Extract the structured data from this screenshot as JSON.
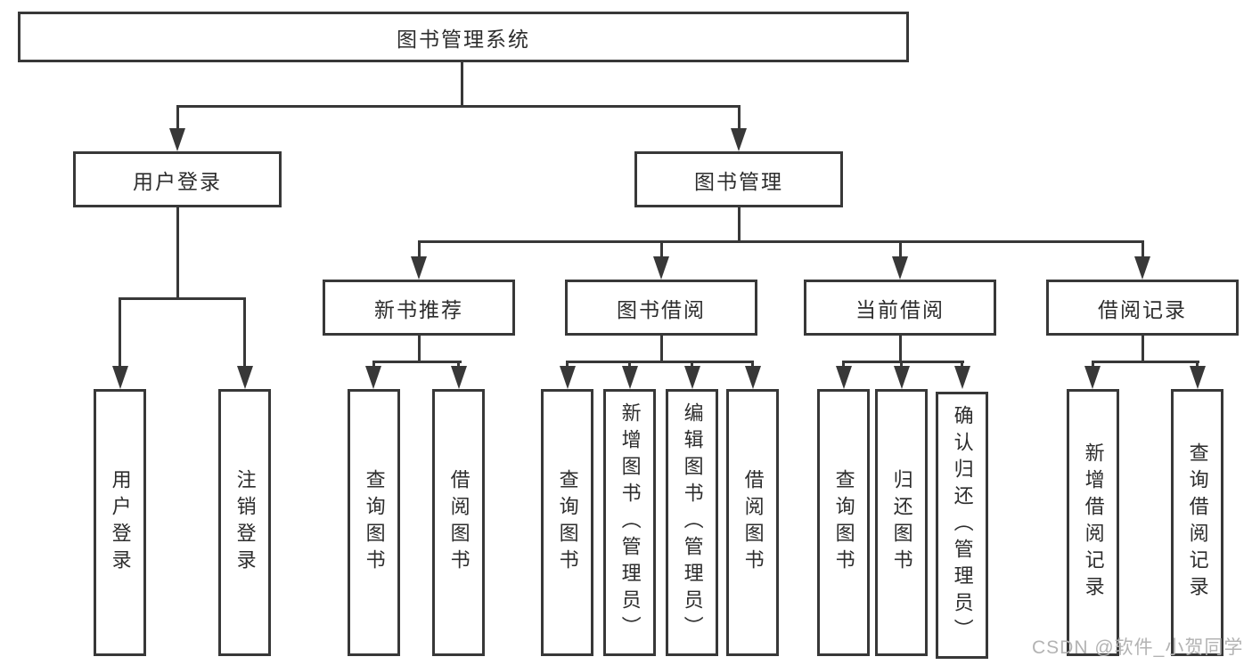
{
  "tree": {
    "root": {
      "label": "图书管理系统"
    },
    "branches": [
      {
        "label": "用户登录",
        "children": [
          {
            "label": "用户登录"
          },
          {
            "label": "注销登录"
          }
        ]
      },
      {
        "label": "图书管理",
        "children": [
          {
            "label": "新书推荐",
            "children": [
              {
                "label": "查询图书"
              },
              {
                "label": "借阅图书"
              }
            ]
          },
          {
            "label": "图书借阅",
            "children": [
              {
                "label": "查询图书"
              },
              {
                "label": "新增图书（管理员）"
              },
              {
                "label": "编辑图书（管理员）"
              },
              {
                "label": "借阅图书"
              }
            ]
          },
          {
            "label": "当前借阅",
            "children": [
              {
                "label": "查询图书"
              },
              {
                "label": "归还图书"
              },
              {
                "label": "确认归还（管理员）"
              }
            ]
          },
          {
            "label": "借阅记录",
            "children": [
              {
                "label": "新增借阅记录"
              },
              {
                "label": "查询借阅记录"
              }
            ]
          }
        ]
      }
    ]
  },
  "watermark": "CSDN @软件_小贺同学",
  "colors": {
    "line": "#383838",
    "text": "#2d2d2d",
    "background": "#ffffff",
    "watermark": "#b3b3b3"
  }
}
